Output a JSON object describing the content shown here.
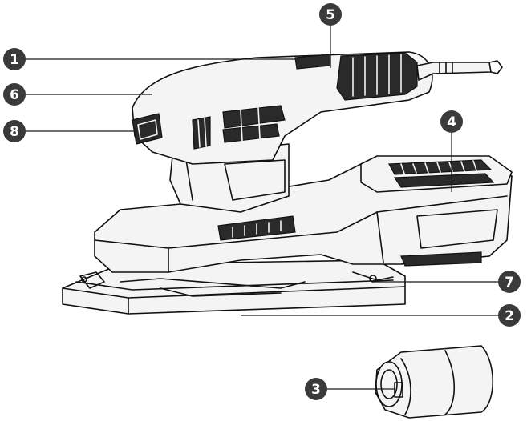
{
  "callouts": {
    "c1": "1",
    "c2": "2",
    "c3": "3",
    "c4": "4",
    "c5": "5",
    "c6": "6",
    "c7": "7",
    "c8": "8"
  },
  "colors": {
    "callout_fill": "#3a3a3a",
    "callout_text": "#ffffff",
    "line": "#111111"
  }
}
